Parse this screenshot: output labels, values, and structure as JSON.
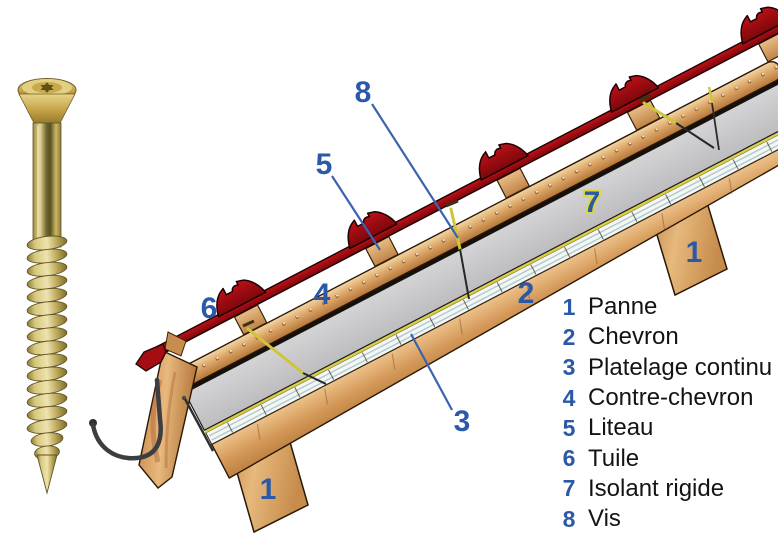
{
  "legend": {
    "items": [
      {
        "number": "1",
        "label": "Panne"
      },
      {
        "number": "2",
        "label": "Chevron"
      },
      {
        "number": "3",
        "label": "Platelage continu"
      },
      {
        "number": "4",
        "label": "Contre-chevron"
      },
      {
        "number": "5",
        "label": "Liteau"
      },
      {
        "number": "6",
        "label": "Tuile"
      },
      {
        "number": "7",
        "label": "Isolant rigide"
      },
      {
        "number": "8",
        "label": "Vis"
      }
    ]
  },
  "callouts": {
    "vis": "8",
    "liteau": "5",
    "tuile": "6",
    "contre_chevron": "4",
    "isolant": "7",
    "chevron": "2",
    "platelage": "3",
    "panne_upper": "1",
    "panne_lower": "1"
  },
  "colors": {
    "callout_blue": "#2b58a8",
    "leader_blue": "#3a63b0",
    "halo_yellow": "#ded73a",
    "tile_red": "#a30d13",
    "wood_tan": "#d79a5b",
    "insulation_gray": "#c9c9ca",
    "legend_text": "#141414"
  }
}
